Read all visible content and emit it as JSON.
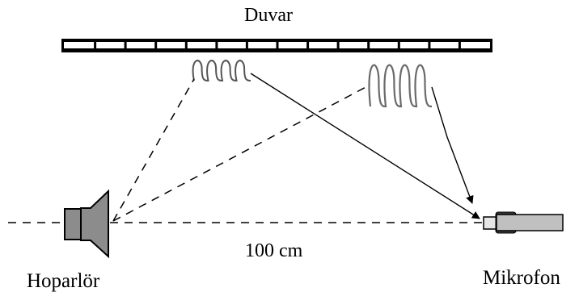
{
  "labels": {
    "wall": "Duvar",
    "distance": "100 cm",
    "speaker": "Hoparlör",
    "microphone": "Mikrofon"
  },
  "colors": {
    "line": "#000000",
    "wall_fill": "#ffffff",
    "speaker_fill": "#8c8c8c",
    "mic_fill": "#c0c0c0",
    "wave_small": "#555555",
    "wave_large": "#6a6a6a"
  }
}
